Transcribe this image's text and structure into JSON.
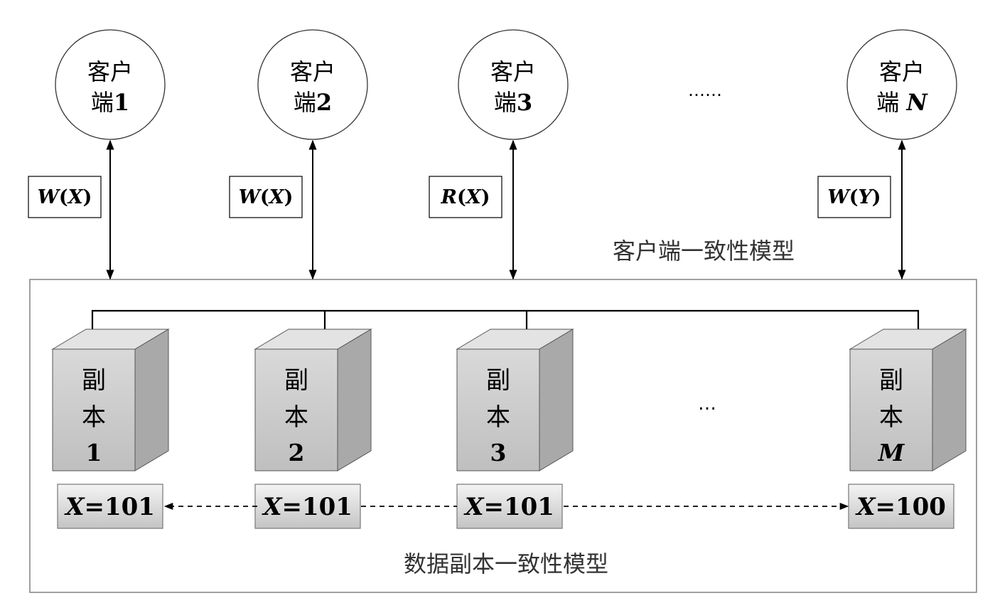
{
  "clients": [
    {
      "line1": "客户",
      "line2_text": "端",
      "line2_num": "1",
      "num_italic": false,
      "op_main": "W",
      "op_var": "X"
    },
    {
      "line1": "客户",
      "line2_text": "端",
      "line2_num": "2",
      "num_italic": false,
      "op_main": "W",
      "op_var": "X"
    },
    {
      "line1": "客户",
      "line2_text": "端",
      "line2_num": "3",
      "num_italic": false,
      "op_main": "R",
      "op_var": "X"
    },
    {
      "line1": "客户",
      "line2_text": "端 ",
      "line2_num": "N",
      "num_italic": true,
      "op_main": "W",
      "op_var": "Y"
    }
  ],
  "clients_ellipsis": "……",
  "client_model_label": "客户端一致性模型",
  "replicas": [
    {
      "line1": "副",
      "line2": "本",
      "line3": "1",
      "line3_italic": false,
      "var": "X",
      "value": "=101"
    },
    {
      "line1": "副",
      "line2": "本",
      "line3": "2",
      "line3_italic": false,
      "var": "X",
      "value": "=101"
    },
    {
      "line1": "副",
      "line2": "本",
      "line3": "3",
      "line3_italic": false,
      "var": "X",
      "value": "=101"
    },
    {
      "line1": "副",
      "line2": "本",
      "line3": "M",
      "line3_italic": true,
      "var": "X",
      "value": "=100"
    }
  ],
  "replicas_ellipsis": "…",
  "data_model_label": "数据副本一致性模型",
  "colors": {
    "stroke": "#000000",
    "box_border": "#808080",
    "server_front": "#d0d0d0",
    "server_side": "#a9a9a9",
    "server_top": "#e3e3e3"
  }
}
